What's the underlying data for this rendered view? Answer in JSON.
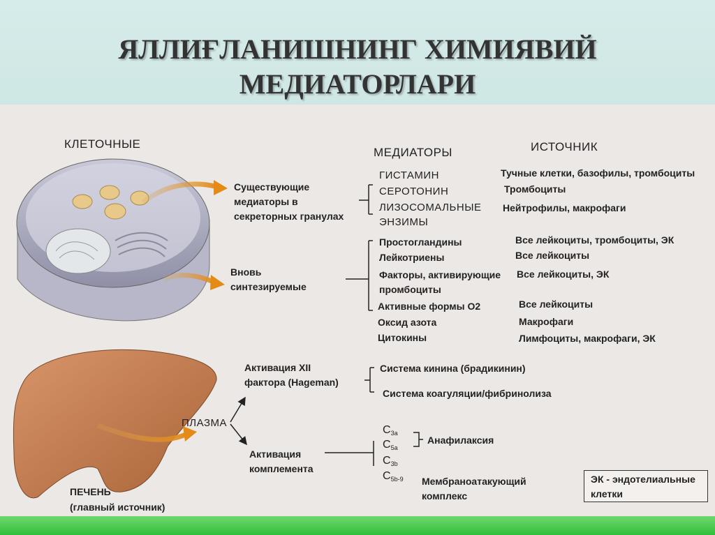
{
  "title": {
    "line1": "ЯЛЛИҒЛАНИШНИНГ ХИМИЯВИЙ",
    "line2": "МЕДИАТОРЛАРИ"
  },
  "headers": {
    "cellular": "КЛЕТОЧНЫЕ",
    "mediators": "МЕДИАТОРЫ",
    "source": "ИСТОЧНИК"
  },
  "cell": {
    "existing": [
      "Существующие",
      "медиаторы в",
      "секреторных гранулах"
    ],
    "new": [
      "Вновь",
      "синтезируемые"
    ]
  },
  "granule_mediators": [
    "ГИСТАМИН",
    "СЕРОТОНИН",
    "ЛИЗОСОМАЛЬНЫЕ",
    "ЭНЗИМЫ"
  ],
  "granule_sources": [
    "Тучные клетки, базофилы, тромбоциты",
    "Тромбоциты",
    "Нейтрофилы, макрофаги"
  ],
  "new_mediators": [
    "Простогландины",
    "Лейкотриены",
    "Факторы, активирующие",
    "промбоциты",
    "Активные формы О2",
    "Оксид азота",
    "Цитокины"
  ],
  "new_sources": [
    "Все лейкоциты, тромбоциты, ЭК",
    "Все лейкоциты",
    "Все лейкоциты, ЭК",
    "Все лейкоциты",
    "Макрофаги",
    "Лимфоциты, макрофаги, ЭК"
  ],
  "plasma": {
    "label": "ПЛАЗМА",
    "hageman": [
      "Активация XII",
      "фактора (Hageman)"
    ],
    "kinin": "Система кинина (брадикинин)",
    "coag": "Система коагуляции/фибринолиза",
    "complement": [
      "Активация",
      "комплемента"
    ],
    "c_main": "C",
    "c_subs": [
      "3a",
      "5a",
      "3b",
      "5b-9"
    ],
    "anaphylaxis": "Анафилаксия",
    "mac": [
      "Мембраноатакующий",
      "комплекс"
    ]
  },
  "liver": [
    "ПЕЧЕНЬ",
    "(главный источник)"
  ],
  "legend": [
    "ЭК - эндотелиальные",
    "клетки"
  ]
}
